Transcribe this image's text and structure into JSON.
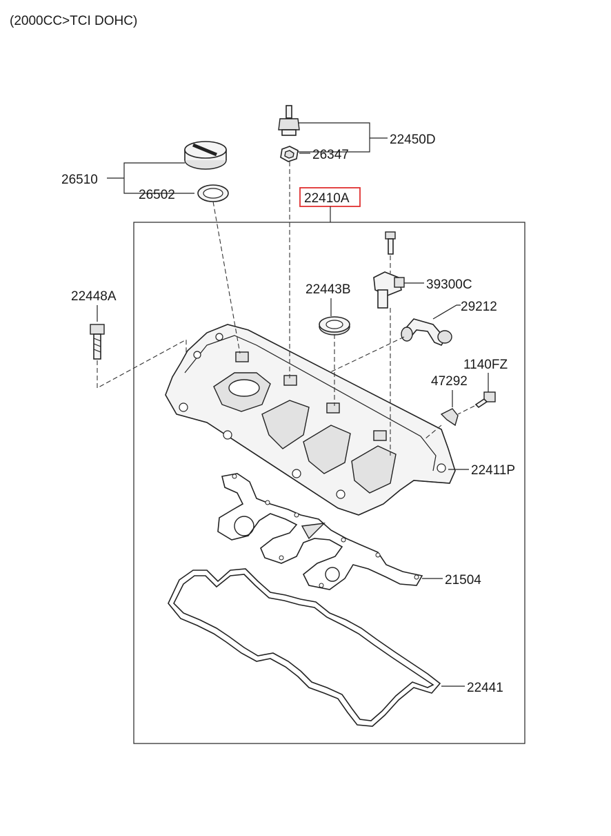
{
  "header": {
    "title": "(2000CC>TCI DOHC)"
  },
  "labels": {
    "p22450D": "22450D",
    "p26347": "26347",
    "p26510": "26510",
    "p26502": "26502",
    "p22410A": "22410A",
    "p22448A": "22448A",
    "p22443B": "22443B",
    "p39300C": "39300C",
    "p29212": "29212",
    "p1140FZ": "1140FZ",
    "p47292": "47292",
    "p22411P": "22411P",
    "p21504": "21504",
    "p22441": "22441"
  },
  "colors": {
    "highlight": "#e03030",
    "line": "#222222"
  }
}
